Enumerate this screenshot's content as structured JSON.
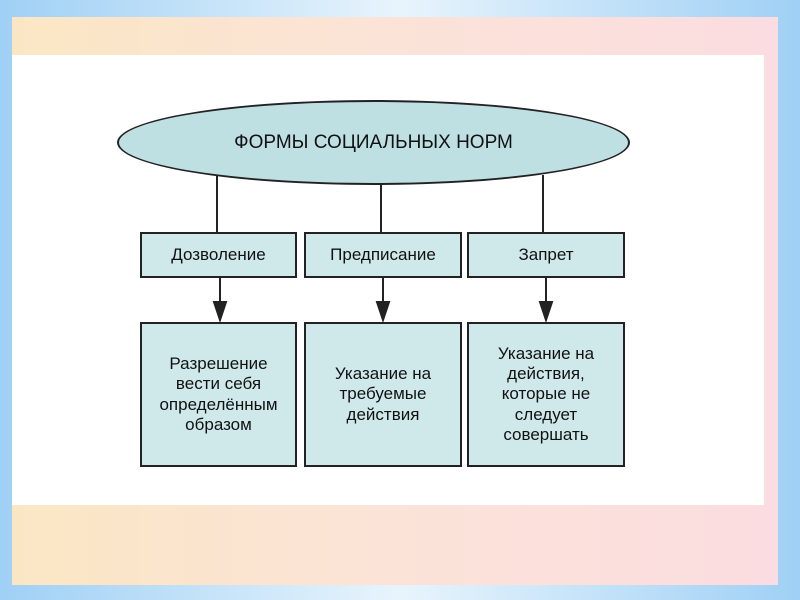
{
  "title": "ФОРМЫ СОЦИАЛЬНЫХ НОРМ",
  "forms": [
    {
      "name": "Дозволение",
      "description": "Разрешение\nвести себя\nопределённым\nобразом"
    },
    {
      "name": "Предписание",
      "description": "Указание на\nтребуемые\nдействия"
    },
    {
      "name": "Запрет",
      "description": "Указание на\nдействия,\nкоторые не\nследует\nсовершать"
    }
  ],
  "colors": {
    "box_fill": "#cfe9ea",
    "oval_fill": "#bfe0e2",
    "border": "#222222"
  }
}
